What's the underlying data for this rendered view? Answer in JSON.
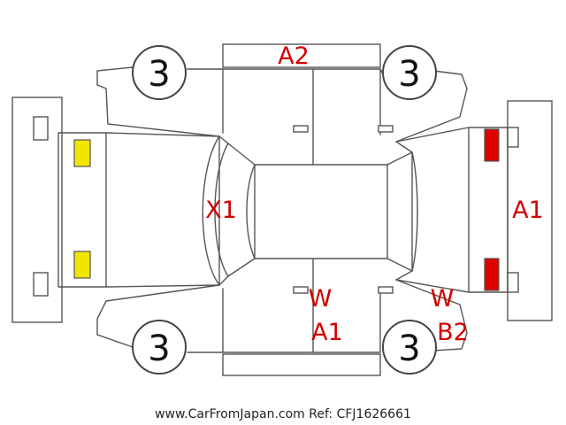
{
  "wheel_label": "3",
  "marks": {
    "a2_top": "A2",
    "x1_windshield": "X1",
    "a1_rear": "A1",
    "w_lower_center": "W",
    "a1_lower_center": "A1",
    "w_lower_right": "W",
    "b2_lower_right": "B2"
  },
  "lamp_colors": {
    "front": "#f2e600",
    "rear": "#e00000"
  },
  "footer": {
    "text": "www.CarFromJapan.com Ref: CFJ1626661"
  }
}
